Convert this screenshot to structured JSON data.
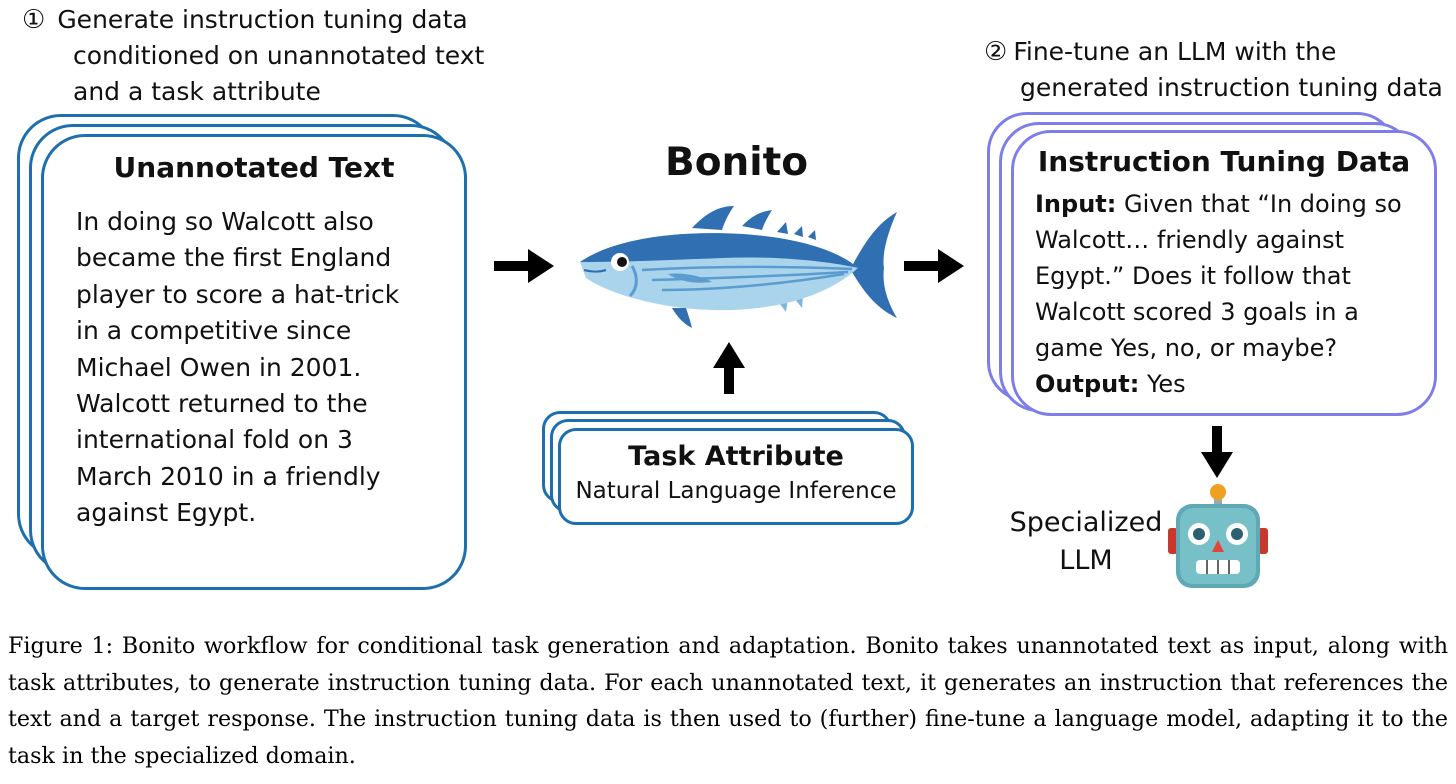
{
  "step1": {
    "number": "①",
    "line1": "Generate instruction tuning data",
    "line2": "conditioned on unannotated text",
    "line3": "and a task attribute"
  },
  "step2": {
    "number": "②",
    "line1": "Fine-tune an LLM with the",
    "line2": "generated instruction tuning data"
  },
  "unannotated": {
    "title": "Unannotated Text",
    "body": "In doing so Walcott also became the first England player to score a hat-trick in a competitive since Michael Owen in 2001. Walcott returned to the international fold on 3 March 2010 in a friendly against Egypt."
  },
  "bonito": {
    "title": "Bonito"
  },
  "task_attribute": {
    "title": "Task Attribute",
    "value": "Natural Language Inference"
  },
  "instruction_data": {
    "title": "Instruction Tuning Data",
    "input_label": "Input:",
    "input_text": "Given that “In doing so Walcott… friendly against Egypt.” Does it follow that Walcott scored 3 goals in a game Yes, no, or maybe?",
    "output_label": "Output:",
    "output_text": "Yes"
  },
  "specialized": {
    "line1": "Specialized",
    "line2": "LLM"
  },
  "caption": "Figure 1: Bonito workflow for conditional task generation and adaptation. Bonito takes unannotated text as input, along with task attributes, to generate instruction tuning data. For each unannotated text, it generates an instruction that references the text and a target response. The instruction tuning data is then used to (further) fine-tune a language model, adapting it to the task in the specialized domain.",
  "colors": {
    "blue_border": "#1d6fad",
    "purple_border": "#7d7ee8",
    "fish_dark": "#2f6fb2",
    "fish_light": "#a9d4ec"
  }
}
